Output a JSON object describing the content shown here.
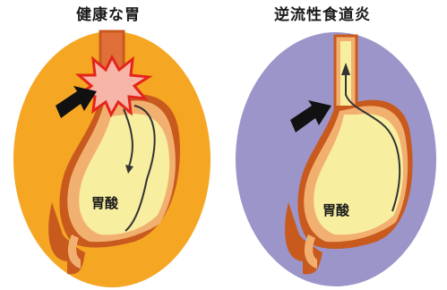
{
  "panels": {
    "healthy": {
      "title": "健康な胃",
      "acid_label": "胃酸"
    },
    "reflux": {
      "title": "逆流性食道炎",
      "acid_label": "胃酸"
    }
  },
  "colors": {
    "healthy_background": "#f5a623",
    "reflux_background": "#9b95c9",
    "stomach_wall": "#c85a1e",
    "stomach_inner": "#f8eea0",
    "stomach_tissue": "#f2b070",
    "burst_fill": "#f7b5a8",
    "burst_outline": "#e4241b",
    "arrow": "#111111"
  }
}
